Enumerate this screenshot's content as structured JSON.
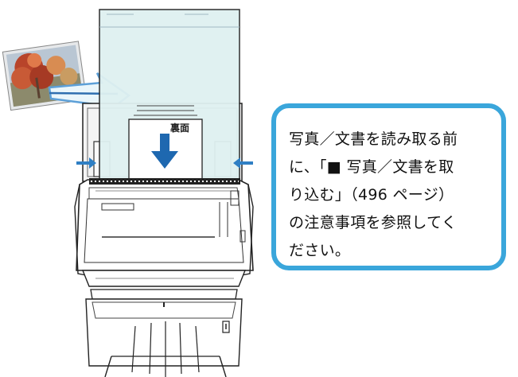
{
  "document_label": "裏面",
  "callout": {
    "line1": "写真／文書を読み取る前",
    "line2": "に、「■ 写真／文書を取",
    "line3": "り込む」（496 ページ）",
    "line4": "の注意事項を参照してく",
    "line5": "ださい。"
  },
  "colors": {
    "callout_border": "#3aa6db",
    "carrier_sheet": "#dff1f1",
    "insert_arrow": "#1e68b0",
    "guide_arrow": "#2f7fc4"
  }
}
